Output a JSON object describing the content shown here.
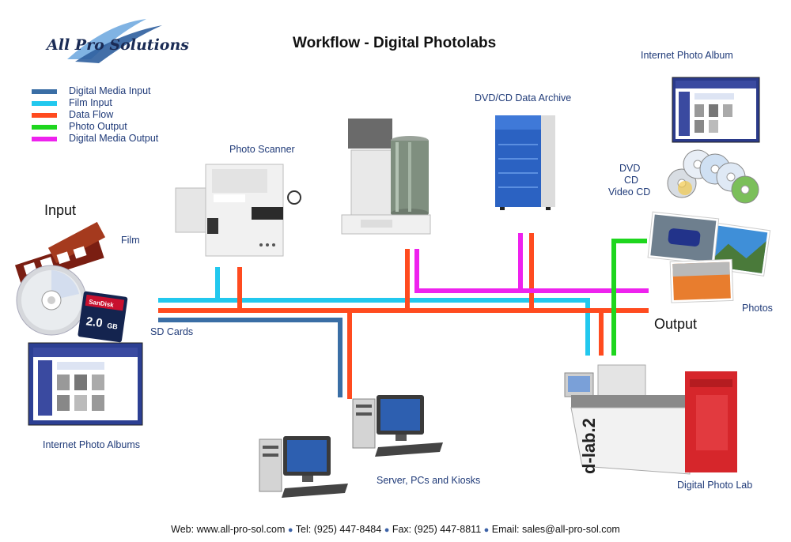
{
  "header": {
    "logo_text": "All Pro Solutions",
    "title": "Workflow - Digital Photolabs"
  },
  "legend": [
    {
      "label": "Digital Media Input",
      "color": "#3a6ea5"
    },
    {
      "label": "Film Input",
      "color": "#22c8ee"
    },
    {
      "label": "Data Flow",
      "color": "#ff4b1f"
    },
    {
      "label": "Photo Output",
      "color": "#1ed61e"
    },
    {
      "label": "Digital Media Output",
      "color": "#ee22ee"
    }
  ],
  "labels": {
    "input": "Input",
    "output": "Output",
    "film": "Film",
    "sd_cards": "SD Cards",
    "internet_photo_albums": "Internet Photo Albums",
    "photo_scanner": "Photo Scanner",
    "dvd_cd_data_archive": "DVD/CD Data Archive",
    "internet_photo_album": "Internet Photo Album",
    "dvd": "DVD",
    "cd": "CD",
    "video_cd": "Video CD",
    "photos": "Photos",
    "servers": "Server, PCs and Kiosks",
    "digital_photo_lab": "Digital Photo Lab",
    "sd_card_brand": "SanDisk",
    "sd_card_size": "2.0",
    "sd_card_unit": "GB",
    "minilab_brand": "d-lab.2"
  },
  "footer": {
    "web": "Web: www.all-pro-sol.com",
    "tel": "Tel: (925) 447-8484",
    "fax": "Fax: (925) 447-8811",
    "email": "Email: sales@all-pro-sol.com"
  },
  "icons": [
    "film-strip-icon",
    "cd-disc-icon",
    "sd-card-icon",
    "monitor-icon",
    "photo-scanner-icon",
    "disc-duplicator-icon",
    "data-archive-icon",
    "disc-stack-icon",
    "photo-prints-icon",
    "desktop-pc-icon",
    "minilab-icon"
  ]
}
